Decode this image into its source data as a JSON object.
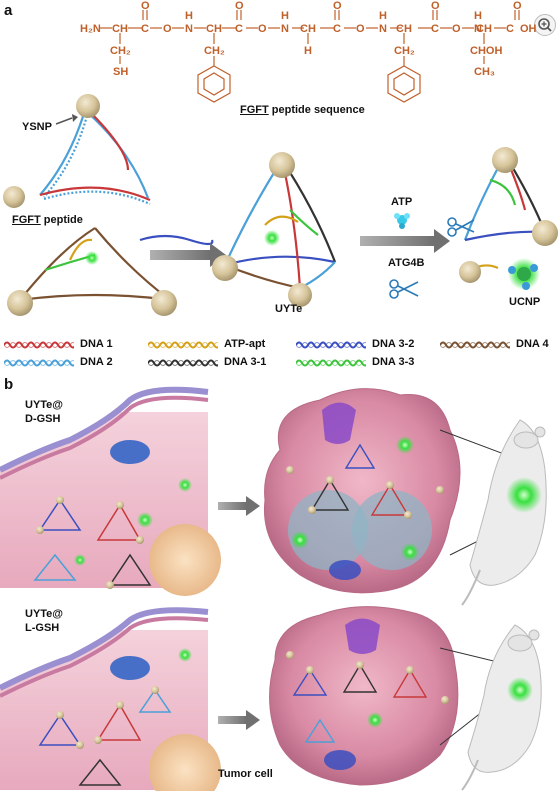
{
  "panels": {
    "a": "a",
    "b": "b"
  },
  "peptide": {
    "caption_underlined": "FGFT",
    "caption_rest": " peptide sequence",
    "top_row": [
      "H₂N",
      "CH",
      "C",
      "O",
      "N",
      "CH",
      "C",
      "O",
      "N",
      "CH",
      "C",
      "O",
      "N",
      "CH",
      "C",
      "O",
      "N",
      "CH",
      "C",
      "OH"
    ],
    "side_chains": {
      "s1_a": "CH₂",
      "s1_b": "SH",
      "s2": "CH₂",
      "s3": "H",
      "s4": "CH₂",
      "s5_a": "CHOH",
      "s5_b": "CH₃"
    },
    "carbonyl_o": "O",
    "nh_h": "H"
  },
  "labels": {
    "ysnp": "YSNP",
    "fgft_underlined": "FGFT",
    "fgft_rest": " peptide",
    "uyte": "UYTe",
    "atp": "ATP",
    "atg4b": "ATG4B",
    "ucnp": "UCNP",
    "uyte_dgsh_1": "UYTe@",
    "uyte_dgsh_2": "D-GSH",
    "uyte_lgsh_1": "UYTe@",
    "uyte_lgsh_2": "L-GSH",
    "tumor_cell": "Tumor cell"
  },
  "legend": [
    {
      "label": "DNA 1",
      "color": "#c8383a"
    },
    {
      "label": "ATP-apt",
      "color": "#d4a017"
    },
    {
      "label": "DNA 3-2",
      "color": "#3a4fc0"
    },
    {
      "label": "DNA 4",
      "color": "#7a5232"
    },
    {
      "label": "DNA 2",
      "color": "#4aa0d8"
    },
    {
      "label": "DNA 3-1",
      "color": "#333333"
    },
    {
      "label": "DNA 3-3",
      "color": "#3cc43c"
    }
  ],
  "colors": {
    "chem": "#c0602a",
    "nanoparticle": "#d9c9a3",
    "cell_pink": "#e6a3b6",
    "cell_dark": "#c97591",
    "glow_green": "#39e040",
    "arrow_gray": "#808080",
    "mouse": "#ececec"
  },
  "icons": {
    "zoom": "zoom-in-icon"
  }
}
